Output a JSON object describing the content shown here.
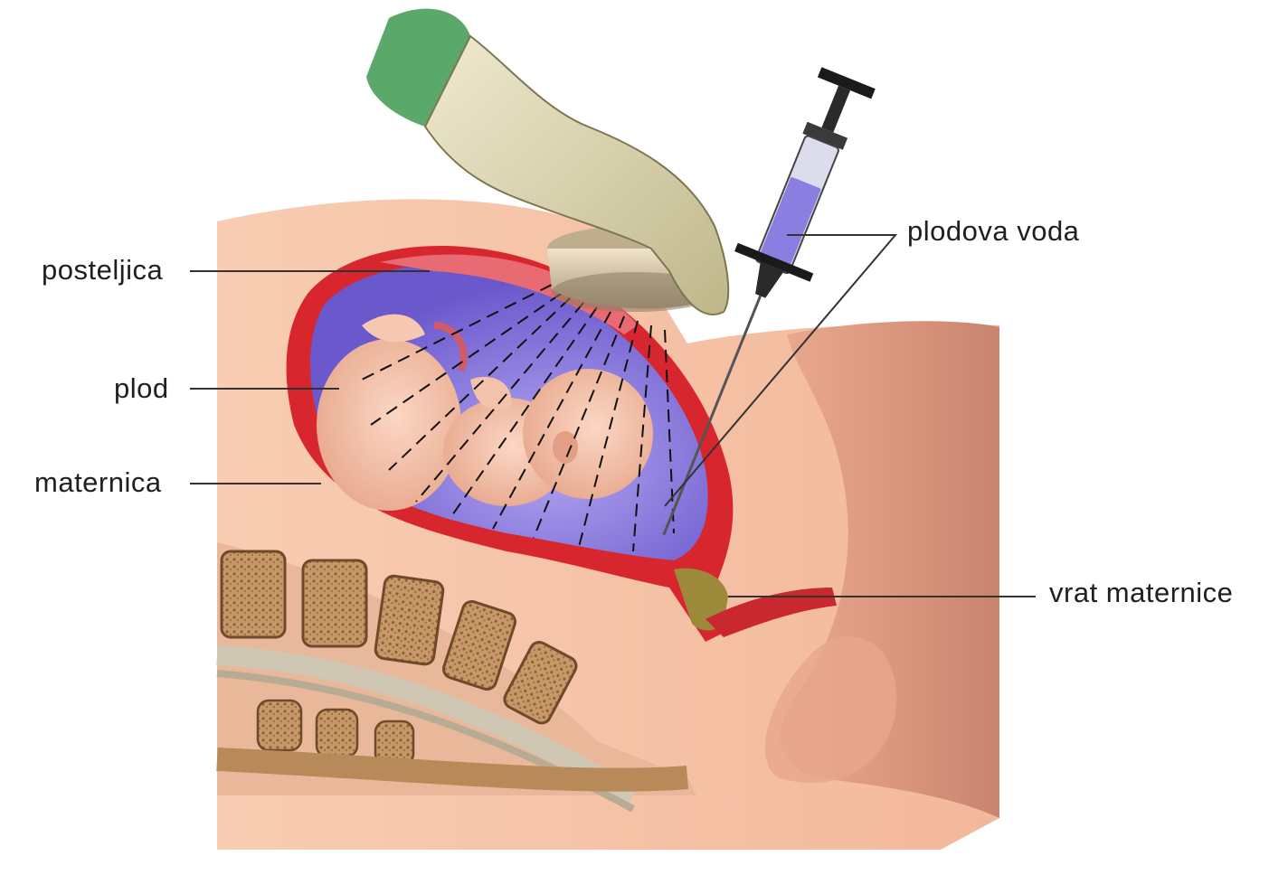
{
  "labels": {
    "placenta": "posteljica",
    "fetus": "plod",
    "uterus": "maternica",
    "amniotic_fluid": "plodova voda",
    "cervix": "vrat maternice"
  },
  "colors": {
    "skin": "#f6c3a6",
    "skin_shadow": "#d89a80",
    "uterus_wall": "#d8262e",
    "amniotic": "#7a6ad8",
    "fetus": "#f2bfa8",
    "glove": "#e1dcae",
    "sleeve": "#5aa86a",
    "probe": "#d9cbae",
    "spine": "#b88a5a",
    "syringe_fluid": "#8a7ee0"
  }
}
